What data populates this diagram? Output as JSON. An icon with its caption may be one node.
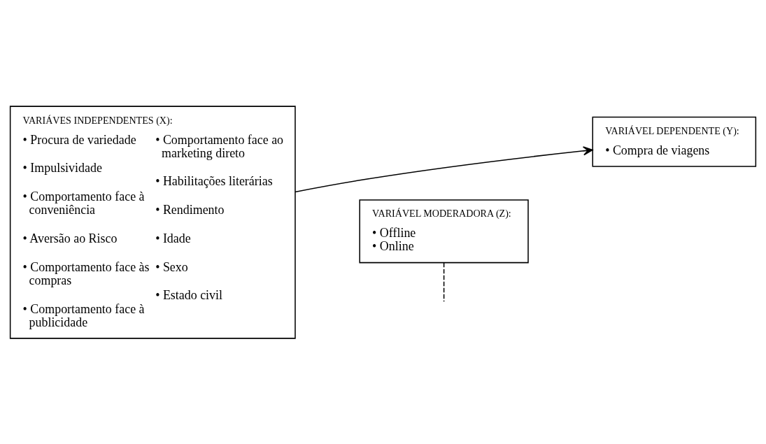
{
  "diagram": {
    "nodes": [
      {
        "text": [
          "VARIÁVES INDEPENDENTES (X):",
          "• Procura de variedade",
          "• Impulsividade",
          "• Comportamento face à conveniência",
          "• Aversão ao Risco",
          "• Comportamento face às compras",
          "• Comportamento face à publicidade",
          "• Comportamento face ao marketing direto",
          "• Habilitações literárias",
          "• Rendimento",
          "• Idade",
          "• Sexo",
          "• Estado civil"
        ]
      },
      {
        "text": [
          "VARIÁVEL DEPENDENTE (Y):",
          "• Compra de viagens"
        ]
      },
      {
        "text": [
          "VARIÁVEL MODERADORA (Z):",
          "• Offline",
          "• Online"
        ]
      }
    ],
    "edges": [
      {
        "from": 0,
        "to": 1,
        "arrow": "to"
      },
      {
        "from": 2,
        "to": null,
        "arrow": "none",
        "style": "dashed"
      }
    ]
  }
}
